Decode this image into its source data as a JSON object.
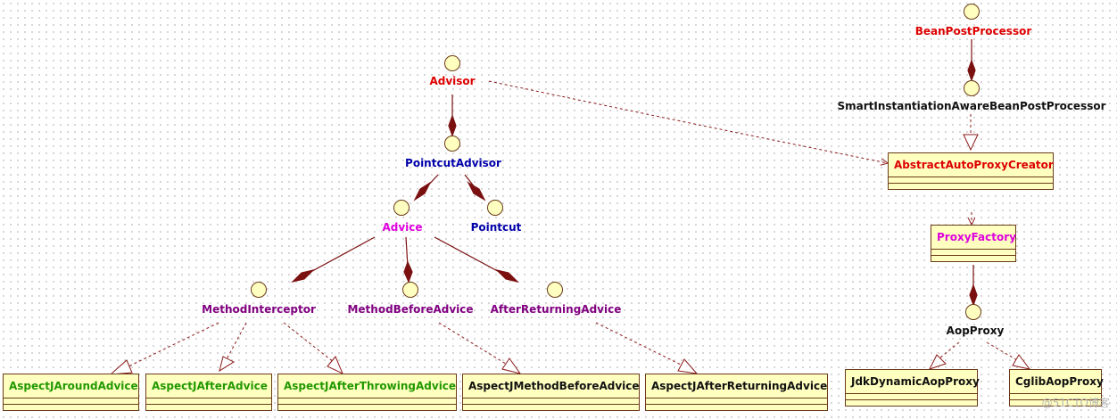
{
  "colors": {
    "red": "#dd0000",
    "blue": "#0000aa",
    "magenta": "#dd00dd",
    "purple": "#800080",
    "black": "#111111",
    "green": "#229900",
    "link": "#8b1a1a",
    "lollipop_fill": "#ffffc0"
  },
  "interfaces": {
    "advisor": "Advisor",
    "pointcut_advisor": "PointcutAdvisor",
    "advice": "Advice",
    "pointcut": "Pointcut",
    "method_interceptor": "MethodInterceptor",
    "method_before_advice": "MethodBeforeAdvice",
    "after_returning_advice": "AfterReturningAdvice",
    "bean_post_processor": "BeanPostProcessor",
    "smart_iabpp": "SmartInstantiationAwareBeanPostProcessor",
    "aop_proxy": "AopProxy"
  },
  "classes": {
    "aspectj_around": "AspectJAroundAdvice",
    "aspectj_after": "AspectJAfterAdvice",
    "aspectj_after_throwing": "AspectJAfterThrowingAdvice",
    "aspectj_method_before": "AspectJMethodBeforeAdvice",
    "aspectj_after_returning": "AspectJAfterReturningAdvice",
    "abstract_auto_proxy_creator": "AbstractAutoProxyCreator",
    "proxy_factory": "ProxyFactory",
    "jdk_dynamic_aop_proxy": "JdkDynamicAopProxy",
    "cglib_aop_proxy": "CglibAopProxy"
  },
  "watermark": "@51CTO博客"
}
